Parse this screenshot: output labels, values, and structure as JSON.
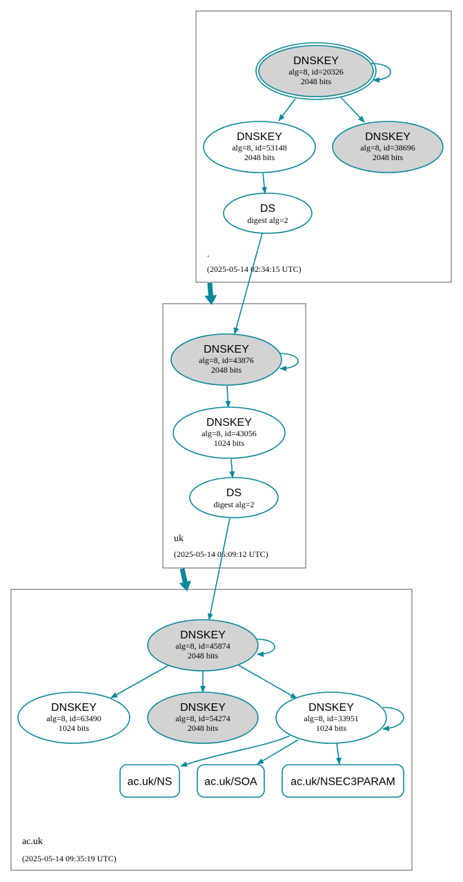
{
  "colors": {
    "edge": "#0a879a",
    "zone_border": "#595959",
    "sep_fill": "#d3d3d3",
    "node_fill": "#ffffff",
    "text": "#000000"
  },
  "zones": {
    "root": {
      "name": ".",
      "timestamp": "(2025-05-14 02:34:15 UTC)"
    },
    "uk": {
      "name": "uk",
      "timestamp": "(2025-05-14 06:09:12 UTC)"
    },
    "acuk": {
      "name": "ac.uk",
      "timestamp": "(2025-05-14 09:35:19 UTC)"
    }
  },
  "nodes": {
    "root_ksk": {
      "title": "DNSKEY",
      "line1": "alg=8, id=20326",
      "line2": "2048 bits",
      "sep": true,
      "trust_anchor": true
    },
    "root_zsk1": {
      "title": "DNSKEY",
      "line1": "alg=8, id=53148",
      "line2": "2048 bits",
      "sep": false
    },
    "root_zsk2": {
      "title": "DNSKEY",
      "line1": "alg=8, id=38696",
      "line2": "2048 bits",
      "sep": true
    },
    "root_ds": {
      "title": "DS",
      "line1": "digest alg=2"
    },
    "uk_ksk": {
      "title": "DNSKEY",
      "line1": "alg=8, id=43876",
      "line2": "2048 bits",
      "sep": true
    },
    "uk_zsk": {
      "title": "DNSKEY",
      "line1": "alg=8, id=43056",
      "line2": "1024 bits",
      "sep": false
    },
    "uk_ds": {
      "title": "DS",
      "line1": "digest alg=2"
    },
    "ac_ksk": {
      "title": "DNSKEY",
      "line1": "alg=8, id=45874",
      "line2": "2048 bits",
      "sep": true
    },
    "ac_zsk1": {
      "title": "DNSKEY",
      "line1": "alg=8, id=63490",
      "line2": "1024 bits",
      "sep": false
    },
    "ac_ksk2": {
      "title": "DNSKEY",
      "line1": "alg=8, id=54274",
      "line2": "2048 bits",
      "sep": true
    },
    "ac_zsk2": {
      "title": "DNSKEY",
      "line1": "alg=8, id=33951",
      "line2": "1024 bits",
      "sep": false
    },
    "rr_ns": {
      "title": "ac.uk/NS"
    },
    "rr_soa": {
      "title": "ac.uk/SOA"
    },
    "rr_nsec3param": {
      "title": "ac.uk/NSEC3PARAM"
    }
  },
  "edges": [
    {
      "from": "root_ksk",
      "to": "root_zsk1"
    },
    {
      "from": "root_ksk",
      "to": "root_zsk2"
    },
    {
      "from": "root_zsk1",
      "to": "root_ds"
    },
    {
      "from": "root_ds",
      "to": "uk_ksk"
    },
    {
      "from": "uk_ksk",
      "to": "uk_zsk"
    },
    {
      "from": "uk_zsk",
      "to": "uk_ds"
    },
    {
      "from": "uk_ds",
      "to": "ac_ksk"
    },
    {
      "from": "ac_ksk",
      "to": "ac_zsk1"
    },
    {
      "from": "ac_ksk",
      "to": "ac_ksk2"
    },
    {
      "from": "ac_ksk",
      "to": "ac_zsk2"
    },
    {
      "from": "ac_zsk2",
      "to": "rr_ns"
    },
    {
      "from": "ac_zsk2",
      "to": "rr_soa"
    },
    {
      "from": "ac_zsk2",
      "to": "rr_nsec3param"
    }
  ],
  "self_loops": [
    "root_ksk",
    "uk_ksk",
    "ac_ksk",
    "ac_zsk2"
  ],
  "delegations": [
    {
      "from": "root",
      "to": "uk"
    },
    {
      "from": "uk",
      "to": "acuk"
    }
  ]
}
